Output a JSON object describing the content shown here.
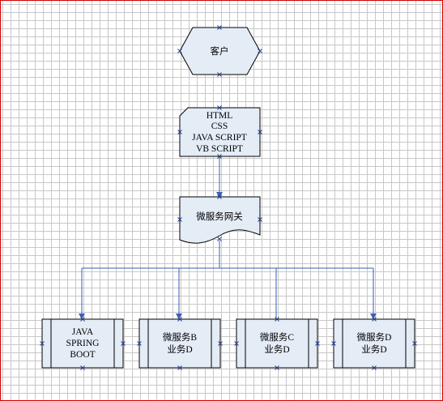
{
  "nodes": {
    "client": {
      "lines": [
        "客户"
      ]
    },
    "frontend": {
      "lines": [
        "HTML",
        "CSS",
        "JAVA SCRIPT",
        "VB SCRIPT"
      ]
    },
    "gateway": {
      "lines": [
        "微服务网关"
      ]
    },
    "service_a": {
      "lines": [
        "JAVA",
        "SPRING",
        "BOOT"
      ]
    },
    "service_b": {
      "lines": [
        "微服务B",
        "业务D"
      ]
    },
    "service_c": {
      "lines": [
        "微服务C",
        "业务D"
      ]
    },
    "service_d": {
      "lines": [
        "微服务D",
        "业务D"
      ]
    }
  },
  "edges": [
    {
      "from": "frontend",
      "to": "gateway"
    },
    {
      "from": "gateway",
      "to": "service_a"
    },
    {
      "from": "gateway",
      "to": "service_b"
    },
    {
      "from": "gateway",
      "to": "service_c"
    },
    {
      "from": "gateway",
      "to": "service_d"
    }
  ],
  "colors": {
    "shape_fill": "#e4ecf6",
    "connector": "#3a5fb4",
    "border": "#d40000"
  }
}
